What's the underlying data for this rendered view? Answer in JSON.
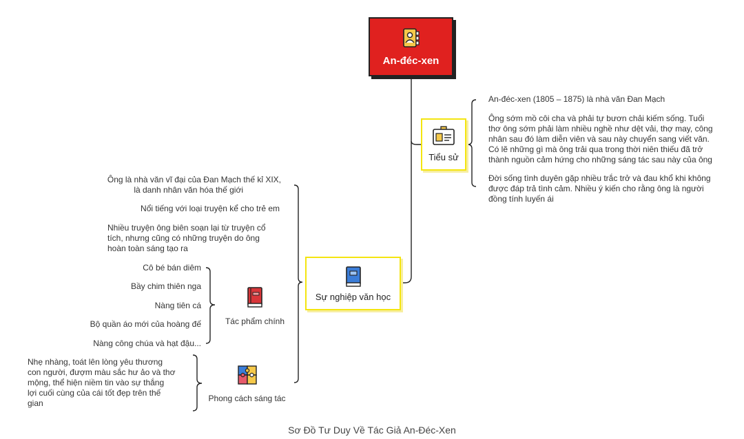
{
  "central": {
    "label": "An-đéc-xen",
    "icon": "contact-book-icon"
  },
  "tieu_su": {
    "label": "Tiểu sử",
    "icon": "id-badge-icon",
    "items": [
      [
        "An-đéc-xen (1805 – 1875) là nhà văn Đan Mạch"
      ],
      [
        "Ông sớm mồ côi cha và phải tự bươn chải kiếm sống. Tuổi",
        "thơ ông sớm phải làm nhiều nghề như dệt vải, thợ may, công",
        "nhân sau đó làm diễn viên và sau này chuyển sang viết văn.",
        "Có lẽ những gì mà ông trải qua trong thời niên thiếu đã trở",
        "thành nguồn cảm hứng cho những sáng tác sau này của ông"
      ],
      [
        "Đời sống tình duyên gặp nhiều trắc trở và đau khổ khi không",
        "được đáp trả tình cảm. Nhiều ý kiến cho rằng ông là người",
        "đồng tính luyến ái"
      ]
    ]
  },
  "su_nghiep": {
    "label": "Sự nghiệp văn học",
    "icon": "book-icon",
    "items": [
      [
        "Ông là nhà văn vĩ đại của Đan Mạch thế kỉ XIX,",
        "là danh nhân văn hóa thế giới"
      ],
      [
        "Nổi tiếng với loại truyện kể cho trẻ em"
      ],
      [
        "Nhiều truyện ông biên soạn lại từ truyện cổ",
        "tích, nhưng cũng có những truyện do ông",
        "hoàn toàn sáng tạo ra"
      ]
    ]
  },
  "tac_pham": {
    "label": "Tác phẩm chính",
    "icon": "closed-book-icon",
    "items": [
      "Cô bé bán diêm",
      "Bầy chim thiên nga",
      "Nàng tiên cá",
      "Bộ quần áo mới của hoàng đế",
      "Nàng công chúa và hạt đậu..."
    ]
  },
  "phong_cach": {
    "label": "Phong cách sáng tác",
    "icon": "puzzle-icon",
    "items": [
      [
        "Nhẹ nhàng, toát lên lòng yêu thương",
        "con người, đượm màu sắc hư ảo và thơ",
        "mộng, thể hiện niềm tin vào sự thắng",
        "lợi cuối cùng của cái tốt đẹp trên thế",
        "gian"
      ]
    ]
  },
  "caption": "Sơ Đồ Tư Duy Về Tác Giả An-Đéc-Xen",
  "colors": {
    "central": "#e0211f",
    "node_border": "#f4e50f",
    "line": "#222222"
  }
}
